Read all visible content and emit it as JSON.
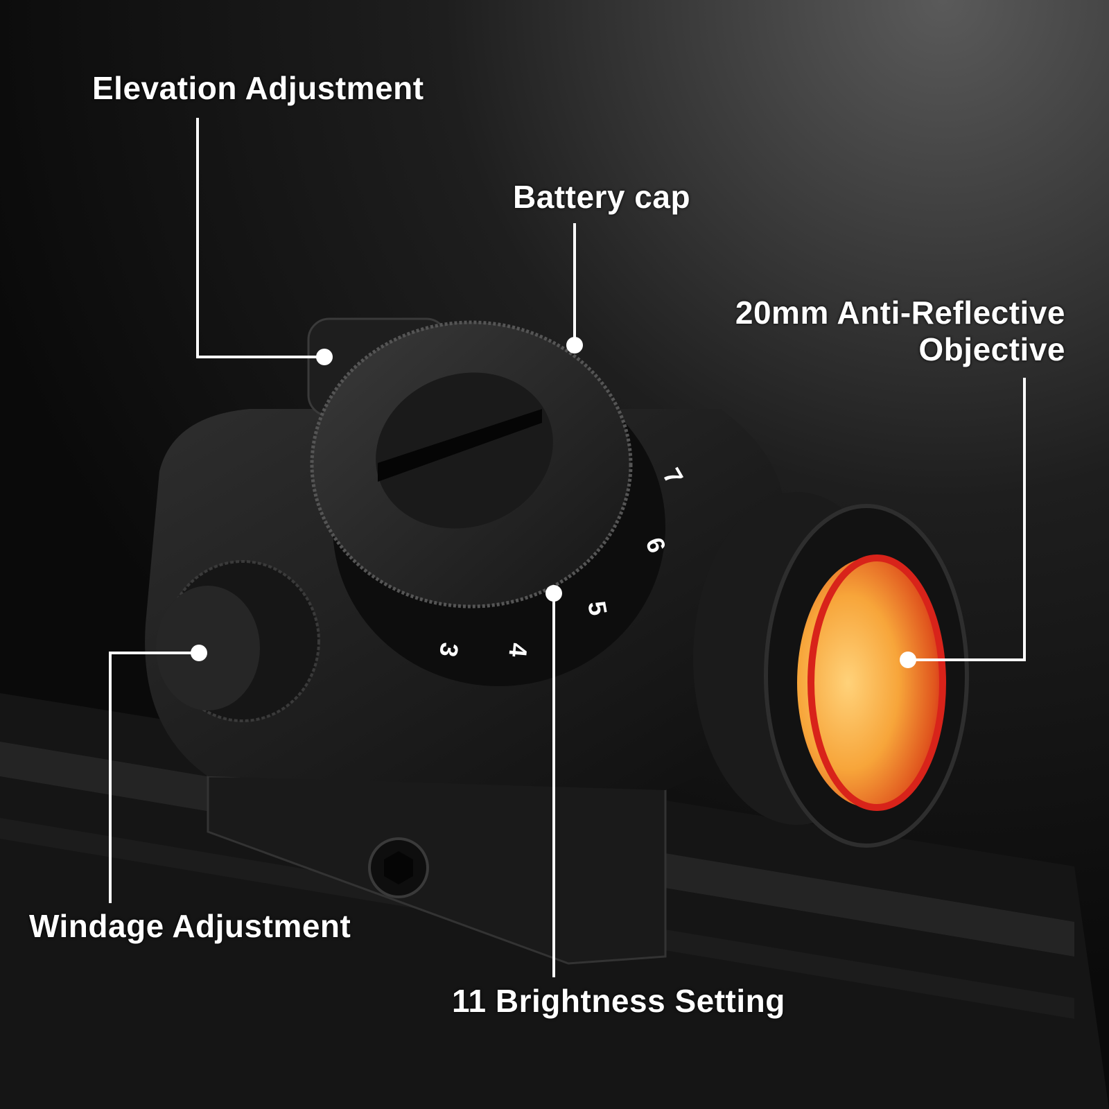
{
  "callouts": {
    "elevation": "Elevation Adjustment",
    "battery": "Battery cap",
    "objective_line1": "20mm Anti-Reflective",
    "objective_line2": "Objective",
    "windage": "Windage Adjustment",
    "brightness": "11 Brightness Setting"
  },
  "dial_numbers": [
    "3",
    "4",
    "5",
    "6",
    "7"
  ],
  "colors": {
    "background": "#0c0c0c",
    "lens_orange": "#f7a53a",
    "lens_red": "#d8231a",
    "callout": "#ffffff"
  }
}
